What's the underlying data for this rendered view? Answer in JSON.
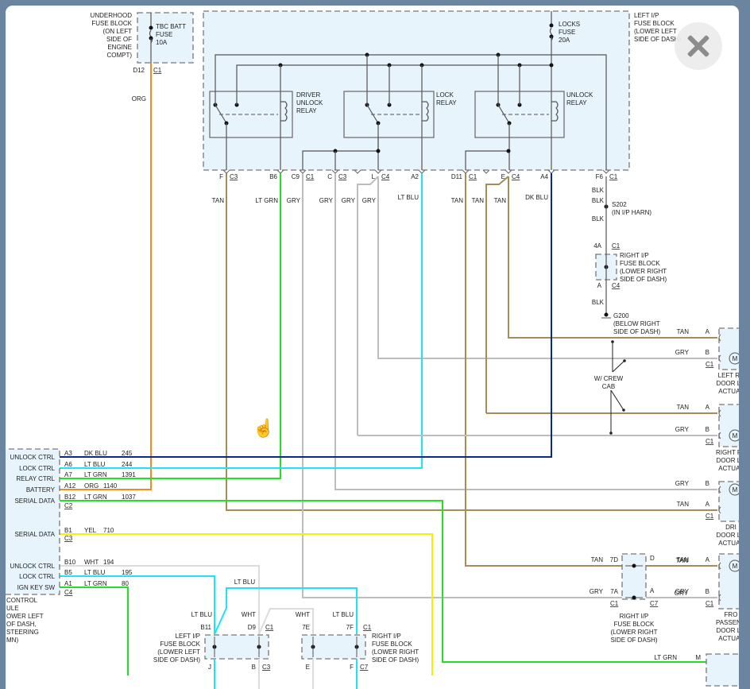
{
  "viewer": {
    "close_button_icon": "close-icon",
    "cursor_icon": "hand-pointer-icon"
  },
  "colors": {
    "ORG": "#f08c1e",
    "TAN": "#a68c5a",
    "LT_GRN": "#22e022",
    "GRY": "#bdbdbd",
    "LT_BLU": "#19e6f0",
    "DK_BLU": "#0a2a8a",
    "YEL": "#f5f000",
    "WHT": "#dcdcdc",
    "BLK": "#555555",
    "block_fill": "#e8f4fc"
  },
  "components": {
    "underhood_block": {
      "label": [
        "UNDERHOOD",
        "FUSE BLOCK",
        "(ON LEFT",
        "SIDE OF",
        "ENGINE",
        "COMPT)"
      ],
      "fuse": [
        "TBC BATT",
        "FUSE",
        "10A"
      ],
      "pin": "D12",
      "conn": "C1"
    },
    "left_ip_block": {
      "label": [
        "LEFT I/P",
        "FUSE BLOCK",
        "(LOWER LEFT",
        "SIDE OF DASH)"
      ],
      "fuse": [
        "LOCKS",
        "FUSE",
        "20A"
      ]
    },
    "relays": [
      {
        "label": [
          "DRIVER",
          "UNLOCK",
          "RELAY"
        ]
      },
      {
        "label": [
          "LOCK",
          "RELAY"
        ]
      },
      {
        "label": [
          "UNLOCK",
          "RELAY"
        ]
      }
    ],
    "top_pins": [
      {
        "pin": "F",
        "conn": "C3",
        "wire": "TAN"
      },
      {
        "pin": "B6",
        "conn": "",
        "wire": "LT GRN"
      },
      {
        "pin": "C9",
        "conn": "C1",
        "wire": "GRY"
      },
      {
        "pin": "C",
        "conn": "C3",
        "wire": "GRY"
      },
      {
        "pin": "",
        "conn": "",
        "wire": "GRY"
      },
      {
        "pin": "L",
        "conn": "C4",
        "wire": "GRY"
      },
      {
        "pin": "A2",
        "conn": "",
        "wire": "LT BLU"
      },
      {
        "pin": "D11",
        "conn": "C1",
        "wire": "TAN"
      },
      {
        "pin": "",
        "conn": "",
        "wire": "TAN"
      },
      {
        "pin": "E",
        "conn": "C4",
        "wire": "TAN"
      },
      {
        "pin": "A4",
        "conn": "",
        "wire": "DK BLU"
      },
      {
        "pin": "F6",
        "conn": "C1",
        "wire": "BLK"
      }
    ],
    "ground_path": {
      "splice": [
        "S202",
        "(IN I/P HARN)"
      ],
      "right_block_top": {
        "pin": "4A",
        "conn": "C1"
      },
      "right_block_label": [
        "RIGHT I/P",
        "FUSE BLOCK",
        "(LOWER RIGHT",
        "SIDE OF DASH)"
      ],
      "right_block_bottom": {
        "pin": "A",
        "conn": "C4"
      },
      "ground": [
        "G200",
        "(BELOW RIGHT",
        "SIDE OF DASH)"
      ],
      "wire": "BLK"
    },
    "crew_cab_note": [
      "W/ CREW",
      "CAB"
    ],
    "actuators": [
      {
        "label": [
          "LEFT RE",
          "DOOR LO",
          "ACTUAT"
        ],
        "pins": [
          {
            "pin": "A",
            "wire": "TAN"
          },
          {
            "pin": "B",
            "wire": "GRY"
          }
        ],
        "conn": "C1"
      },
      {
        "label": [
          "RIGHT RE",
          "DOOR LO",
          "ACTUAT"
        ],
        "pins": [
          {
            "pin": "A",
            "wire": "TAN"
          },
          {
            "pin": "B",
            "wire": "GRY"
          }
        ],
        "conn": "C1"
      },
      {
        "label": [
          "DRI",
          "DOOR LO",
          "ACTUAT"
        ],
        "pins": [
          {
            "pin": "B",
            "wire": "GRY"
          },
          {
            "pin": "A",
            "wire": "TAN"
          }
        ],
        "conn": "C1"
      },
      {
        "label": [
          "FRO",
          "PASSENG",
          "DOOR LO",
          "ACTUAT"
        ],
        "pins": [
          {
            "pin": "A",
            "wire": "TAN"
          },
          {
            "pin": "B",
            "wire": "GRY"
          }
        ],
        "conn": "C1"
      }
    ],
    "right_ip_block_mid": {
      "label": [
        "RIGHT I/P",
        "FUSE BLOCK",
        "(LOWER RIGHT",
        "SIDE OF DASH)"
      ],
      "left_pins": [
        {
          "pin": "7D",
          "wire": "TAN"
        },
        {
          "pin": "7A",
          "wire": "GRY"
        }
      ],
      "right_pins": [
        {
          "pin": "D",
          "wire": "TAN"
        },
        {
          "pin": "A",
          "wire": "GRY"
        }
      ],
      "left_conn": "C1",
      "right_conn": "C7"
    },
    "bottom_right_conn": {
      "pin": "M",
      "wire": "LT GRN"
    },
    "control_module": {
      "label": [
        "CONTROL",
        "ULE",
        "OWER LEFT",
        "OF DASH,",
        "STEERING",
        "MN)"
      ],
      "groups": [
        {
          "conn": "C2",
          "pins": [
            {
              "name": "UNLOCK CTRL",
              "pin": "A3",
              "wire": "DK BLU",
              "circuit": "245"
            },
            {
              "name": "LOCK CTRL",
              "pin": "A6",
              "wire": "LT BLU",
              "circuit": "244"
            },
            {
              "name": "RELAY CTRL",
              "pin": "A7",
              "wire": "LT GRN",
              "circuit": "1391"
            },
            {
              "name": "BATTERY",
              "pin": "A12",
              "wire": "ORG",
              "circuit": "1140"
            },
            {
              "name": "SERIAL DATA",
              "pin": "B12",
              "wire": "LT GRN",
              "circuit": "1037"
            }
          ]
        },
        {
          "conn": "C3",
          "pins": [
            {
              "name": "SERIAL DATA",
              "pin": "B1",
              "wire": "YEL",
              "circuit": "710"
            }
          ]
        },
        {
          "conn": "C4",
          "pins": [
            {
              "name": "UNLOCK CTRL",
              "pin": "B10",
              "wire": "WHT",
              "circuit": "194"
            },
            {
              "name": "LOCK CTRL",
              "pin": "B5",
              "wire": "LT BLU",
              "circuit": "195"
            },
            {
              "name": "IGN KEY SW",
              "pin": "A1",
              "wire": "LT GRN",
              "circuit": "80"
            }
          ]
        }
      ]
    },
    "bottom_left_ip": {
      "label": [
        "LEFT I/P",
        "FUSE BLOCK",
        "(LOWER LEFT",
        "SIDE OF DASH)"
      ],
      "top_pins": [
        {
          "pin": "B11",
          "wire": "LT BLU"
        },
        {
          "pin": "D9",
          "conn": "C1",
          "wire": "WHT"
        }
      ],
      "bottom_pins": [
        {
          "pin": "J"
        },
        {
          "pin": "B",
          "conn": "C3"
        }
      ]
    },
    "bottom_right_ip": {
      "label": [
        "RIGHT I/P",
        "FUSE BLOCK",
        "(LOWER RIGHT",
        "SIDE OF DASH)"
      ],
      "top_pins": [
        {
          "pin": "7E",
          "wire": "WHT"
        },
        {
          "pin": "7F",
          "conn": "C1",
          "wire": "LT BLU"
        }
      ],
      "bottom_pins": [
        {
          "pin": "E"
        },
        {
          "pin": "F",
          "conn": "C7"
        }
      ]
    },
    "mid_wire_label": "LT BLU"
  }
}
